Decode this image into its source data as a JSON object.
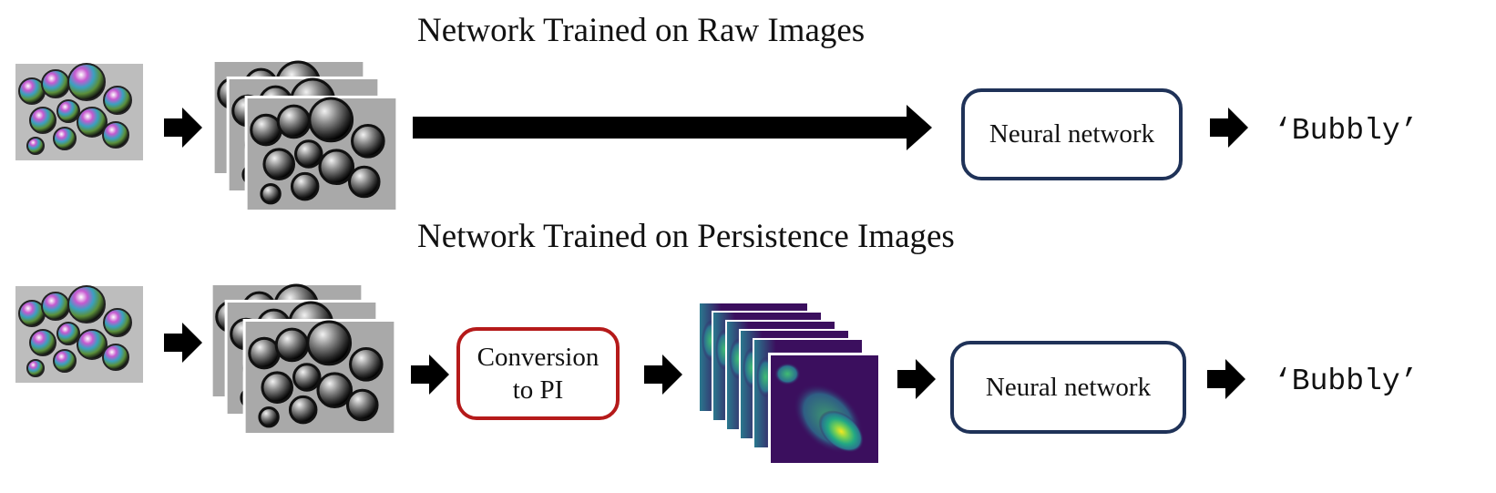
{
  "rows": [
    {
      "title": "Network Trained on Raw Images",
      "network_label": "Neural network",
      "output": "‘Bubbly’"
    },
    {
      "title": "Network Trained on Persistence Images",
      "conversion_label": "Conversion to PI",
      "network_label": "Neural network",
      "output": "‘Bubbly’"
    }
  ],
  "colors": {
    "network_border": "#1f3258",
    "conversion_border": "#b51a1a",
    "arrow": "#000000",
    "pi_background": "#3b0f5e"
  },
  "icons": [
    "color-bubble-image",
    "grayscale-image-stack",
    "persistence-image-stack",
    "right-arrow-icon"
  ]
}
